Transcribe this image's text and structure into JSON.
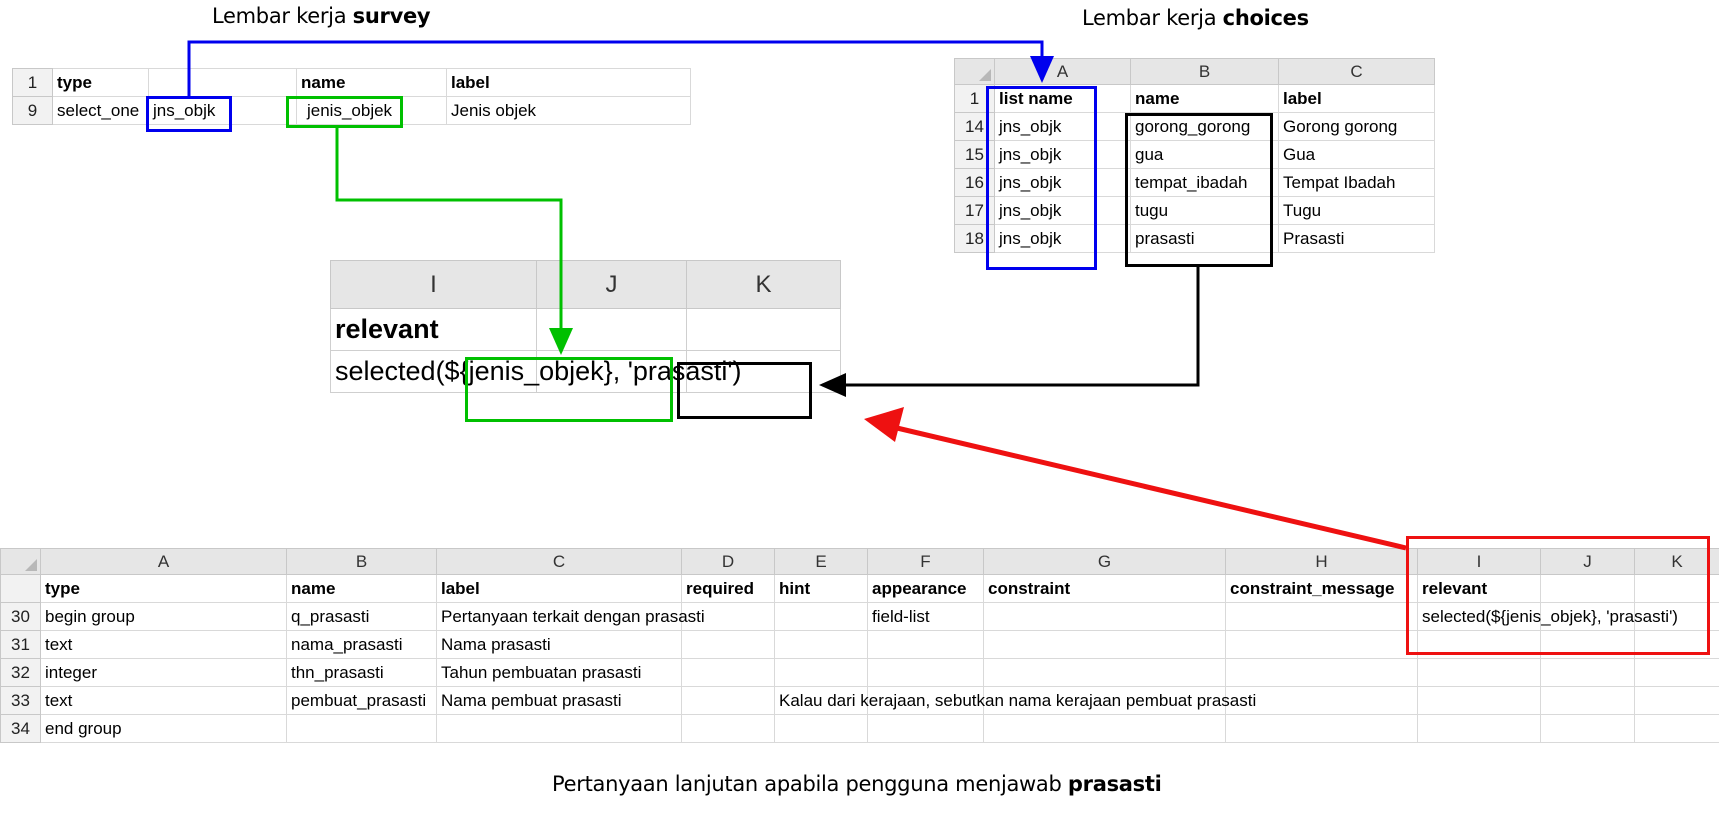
{
  "captions": {
    "survey_prefix": "Lembar kerja ",
    "survey_bold": "survey",
    "choices_prefix": "Lembar kerja ",
    "choices_bold": "choices",
    "bottom_prefix": "Pertanyaan lanjutan apabila pengguna menjawab ",
    "bottom_bold": "prasasti"
  },
  "survey_snippet": {
    "rows": [
      {
        "num": "1",
        "type": "type",
        "list": "",
        "name": "name",
        "label": "label"
      },
      {
        "num": "9",
        "type": "select_one",
        "list": "jns_objk",
        "name": "jenis_objek",
        "label": "Jenis objek"
      }
    ]
  },
  "choices_sheet": {
    "columns": [
      "A",
      "B",
      "C"
    ],
    "header": {
      "num": "1",
      "a": "list name",
      "b": "name",
      "c": "label"
    },
    "rows": [
      {
        "num": "14",
        "a": "jns_objk",
        "b": "gorong_gorong",
        "c": "Gorong gorong"
      },
      {
        "num": "15",
        "a": "jns_objk",
        "b": "gua",
        "c": "Gua"
      },
      {
        "num": "16",
        "a": "jns_objk",
        "b": "tempat_ibadah",
        "c": "Tempat Ibadah"
      },
      {
        "num": "17",
        "a": "jns_objk",
        "b": "tugu",
        "c": "Tugu"
      },
      {
        "num": "18",
        "a": "jns_objk",
        "b": "prasasti",
        "c": "Prasasti"
      }
    ]
  },
  "zoom_view": {
    "columns": [
      "I",
      "J",
      "K"
    ],
    "header": "relevant",
    "formula": "selected(${jenis_objek}, 'prasasti')"
  },
  "main_sheet": {
    "columns": [
      "A",
      "B",
      "C",
      "D",
      "E",
      "F",
      "G",
      "H",
      "I",
      "J",
      "K"
    ],
    "header": {
      "num": "",
      "a": "type",
      "b": "name",
      "c": "label",
      "d": "required",
      "e": "hint",
      "f": "appearance",
      "g": "constraint",
      "h": "constraint_message",
      "i": "relevant",
      "j": "",
      "k": ""
    },
    "rows": [
      {
        "num": "30",
        "a": "begin group",
        "b": "q_prasasti",
        "c": "Pertanyaan terkait dengan prasasti",
        "e": "",
        "f": "field-list",
        "i": "selected(${jenis_objek}, 'prasasti')"
      },
      {
        "num": "31",
        "a": "text",
        "b": "nama_prasasti",
        "c": "Nama prasasti",
        "e": "",
        "f": "",
        "i": ""
      },
      {
        "num": "32",
        "a": "integer",
        "b": "thn_prasasti",
        "c": "Tahun pembuatan prasasti",
        "e": "",
        "f": "",
        "i": ""
      },
      {
        "num": "33",
        "a": "text",
        "b": "pembuat_prasasti",
        "c": "Nama pembuat prasasti",
        "e": "Kalau dari kerajaan, sebutkan nama kerajaan pembuat prasasti",
        "f": "",
        "i": ""
      },
      {
        "num": "34",
        "a": "end group",
        "b": "",
        "c": "",
        "e": "",
        "f": "",
        "i": ""
      }
    ]
  },
  "colors": {
    "list_link": "#0000ee",
    "name_link": "#00c000",
    "choice_link": "#000000",
    "highlight": "#ee1111",
    "header_bg": "#e6e6e6",
    "grid": "#d9d9d9"
  }
}
